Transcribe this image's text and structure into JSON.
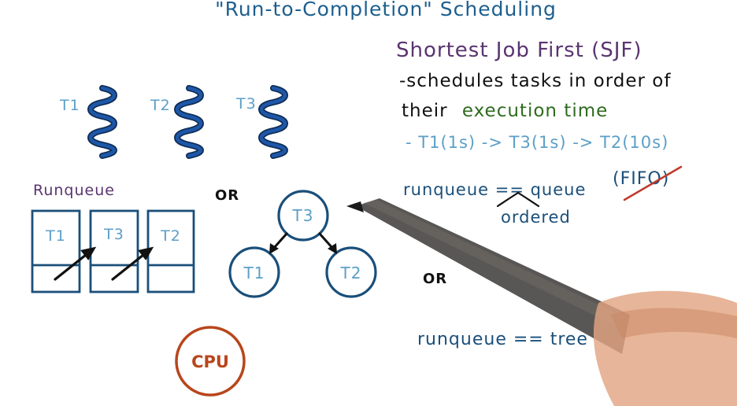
{
  "title": "\"Run-to-Completion\" Scheduling",
  "sjf": {
    "heading": "Shortest Job First (SJF)",
    "line1": "-schedules tasks in order of",
    "line2_prefix": "their",
    "line2_highlight": "execution time",
    "example": "- T1(1s) -> T3(1s) -> T2(10s)"
  },
  "queue_eq": {
    "text": "runqueue == queue",
    "fifo": "(FIFO)",
    "annotation": "ordered"
  },
  "or_right": "OR",
  "tree_eq": {
    "text": "runqueue == tree"
  },
  "threads": [
    "T1",
    "T2",
    "T3"
  ],
  "runqueue": {
    "label": "Runqueue",
    "cells": [
      "T1",
      "T3",
      "T2"
    ]
  },
  "or_mid": "OR",
  "tree": {
    "root": "T3",
    "left": "T1",
    "right": "T2"
  },
  "cpu": "CPU",
  "colors": {
    "title": "#1d5f8f",
    "heading": "#5a3470",
    "body": "#111111",
    "green": "#2e6b1f",
    "light_blue": "#5c9fc7",
    "navy": "#1a4f7a",
    "thread": "#1e57a8",
    "cpu": "#b8461c",
    "strike": "#c0392b"
  }
}
